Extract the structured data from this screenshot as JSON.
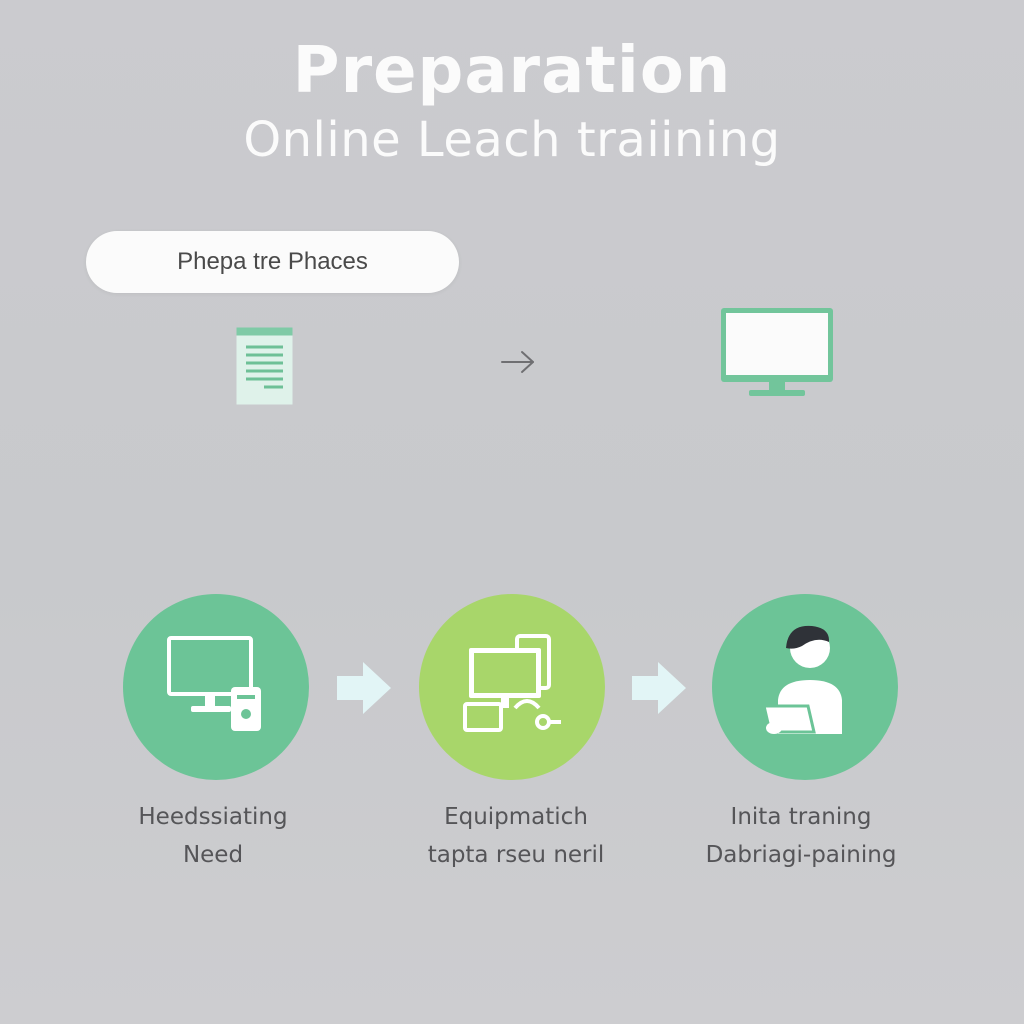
{
  "title": {
    "main": "Preparation",
    "sub": "Online Leach traiining"
  },
  "phase_pill": {
    "label": "Phepa tre Phaces"
  },
  "top_row": {
    "left_icon": "document-icon",
    "connector_icon": "arrow-right-icon",
    "right_icon": "monitor-icon"
  },
  "steps": [
    {
      "icon": "desktop-computer-icon",
      "line1": "Heedssiating",
      "line2": "Need",
      "color": "#6cc497"
    },
    {
      "icon": "equipment-devices-icon",
      "line1": "Equipmatich",
      "line2": "tapta rseu neril",
      "color": "#a8d66a"
    },
    {
      "icon": "person-laptop-icon",
      "line1": "Inita traning",
      "line2": "Dabriagi-paining",
      "color": "#6cc497"
    }
  ],
  "colors": {
    "background": "#cbcbcf",
    "title": "#fbfbfb",
    "green": "#6cc497",
    "lime": "#a8d66a",
    "arrow": "#e2f5f6",
    "label": "#555558"
  }
}
